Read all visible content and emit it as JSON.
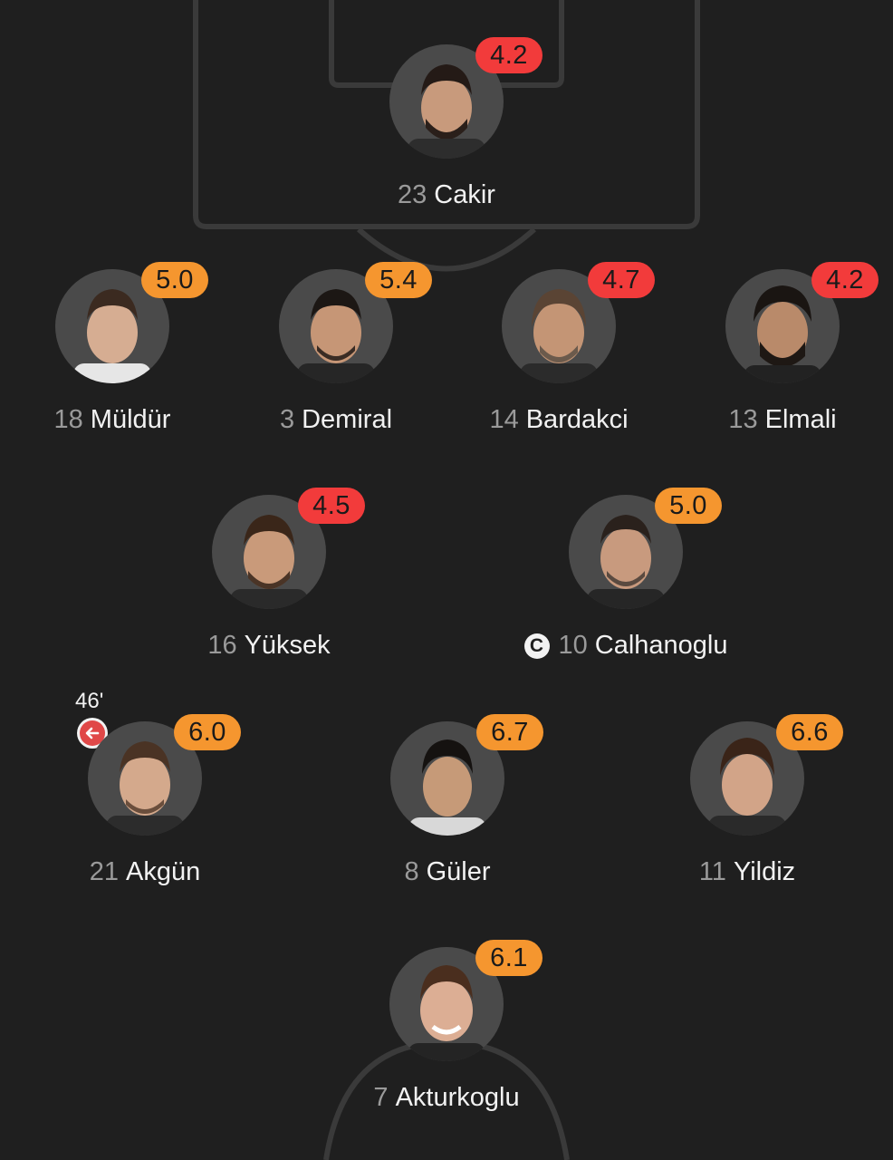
{
  "colors": {
    "background": "#1f1f1f",
    "pitch_lines": "#3a3a3a",
    "rating_low": "#f23b3b",
    "rating_mid": "#f5962f",
    "avatar_bg": "#4a4a4a",
    "sub_out": "#e04848"
  },
  "players": [
    {
      "number": "23",
      "name": "Cakir",
      "rating": "4.2",
      "rating_level": "red"
    },
    {
      "number": "18",
      "name": "Müldür",
      "rating": "5.0",
      "rating_level": "orange"
    },
    {
      "number": "3",
      "name": "Demiral",
      "rating": "5.4",
      "rating_level": "orange"
    },
    {
      "number": "14",
      "name": "Bardakci",
      "rating": "4.7",
      "rating_level": "red"
    },
    {
      "number": "13",
      "name": "Elmali",
      "rating": "4.2",
      "rating_level": "red"
    },
    {
      "number": "16",
      "name": "Yüksek",
      "rating": "4.5",
      "rating_level": "red"
    },
    {
      "number": "10",
      "name": "Calhanoglu",
      "rating": "5.0",
      "rating_level": "orange",
      "captain_badge": "C"
    },
    {
      "number": "21",
      "name": "Akgün",
      "rating": "6.0",
      "rating_level": "orange",
      "sub_minute": "46'",
      "sub_icon": "arrow-left-icon"
    },
    {
      "number": "8",
      "name": "Güler",
      "rating": "6.7",
      "rating_level": "orange"
    },
    {
      "number": "11",
      "name": "Yildiz",
      "rating": "6.6",
      "rating_level": "orange"
    },
    {
      "number": "7",
      "name": "Akturkoglu",
      "rating": "6.1",
      "rating_level": "orange"
    }
  ]
}
